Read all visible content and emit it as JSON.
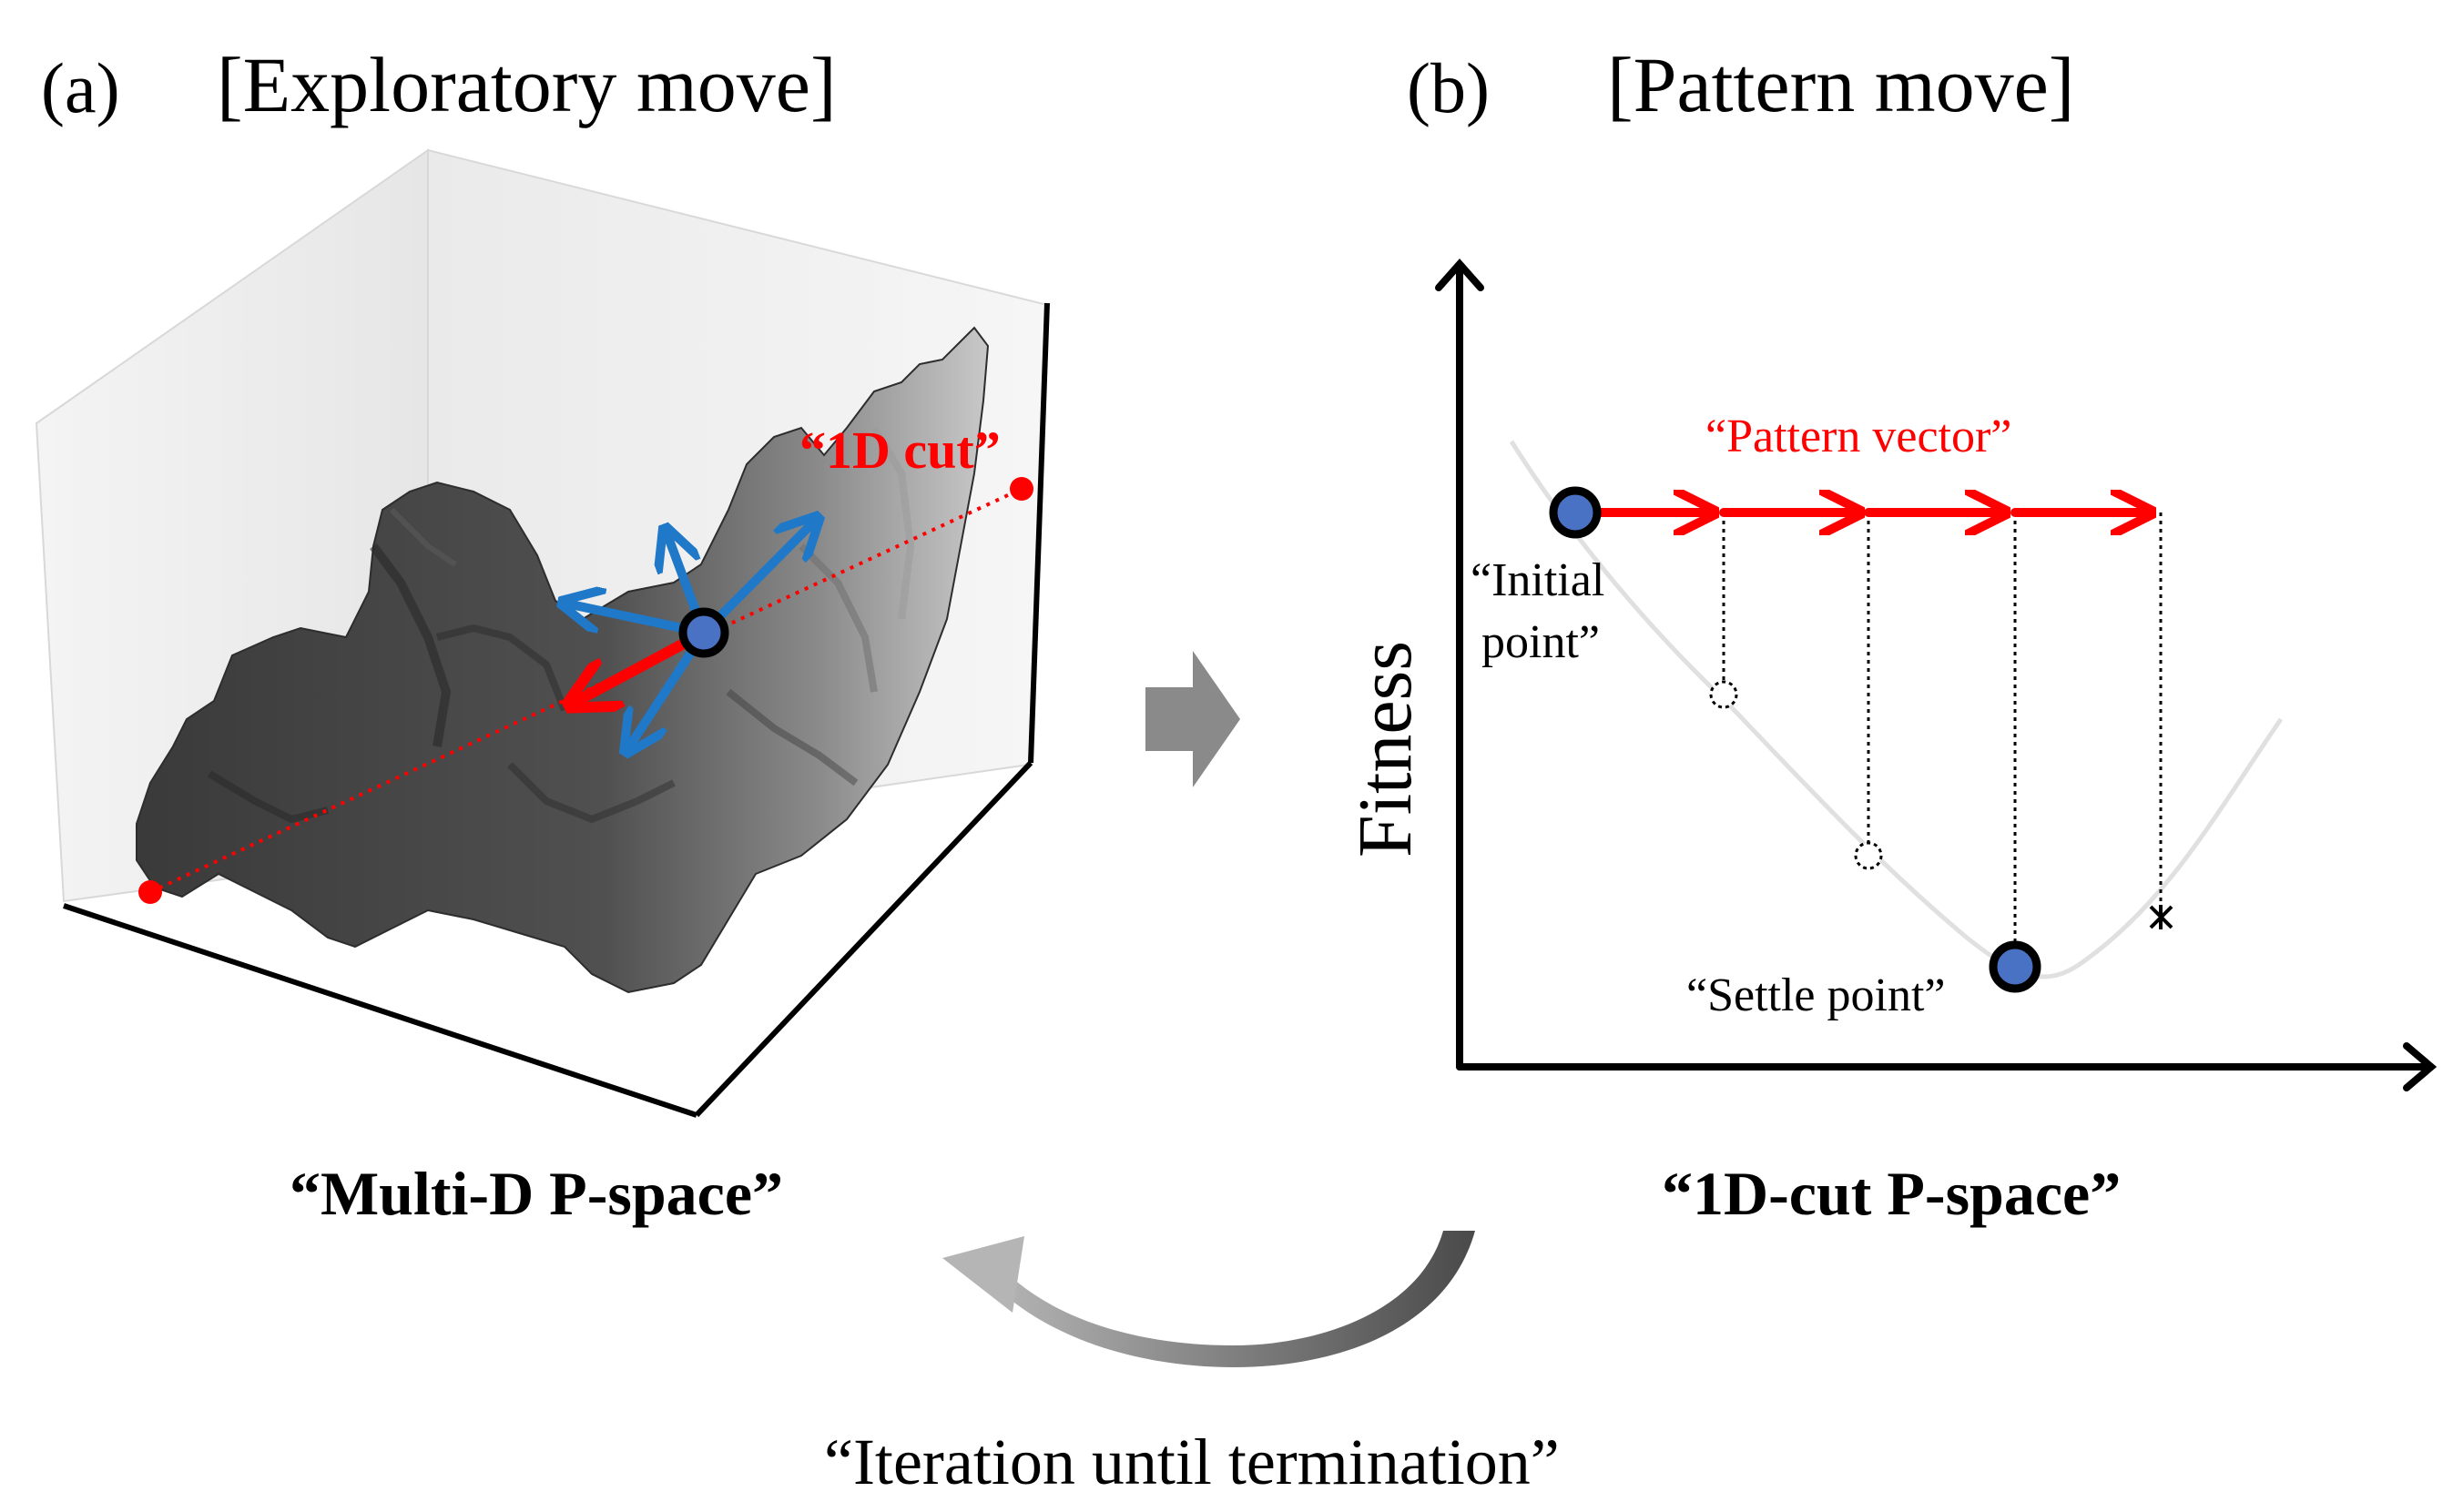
{
  "panel_a": {
    "tag": "(a)",
    "title": "[Exploratory move]",
    "cut_label": "“1D cut”",
    "caption": "“Multi-D P-space”"
  },
  "panel_b": {
    "tag": "(b)",
    "title": "[Pattern move]",
    "y_axis_label": "Fitness",
    "pattern_label": "“Pattern vector”",
    "initial_label_1": "“Initial",
    "initial_label_2": "point”",
    "settle_label": "“Settle point”",
    "caption": "“1D-cut P-space”"
  },
  "loop_label": "“Iteration until termination”",
  "colors": {
    "red": "#ff0000",
    "blue_arrow": "#1f78c8",
    "marker_fill": "#4a72c4",
    "terrain": "#4a4a4a",
    "gray_arrow": "#8a8a8a"
  }
}
